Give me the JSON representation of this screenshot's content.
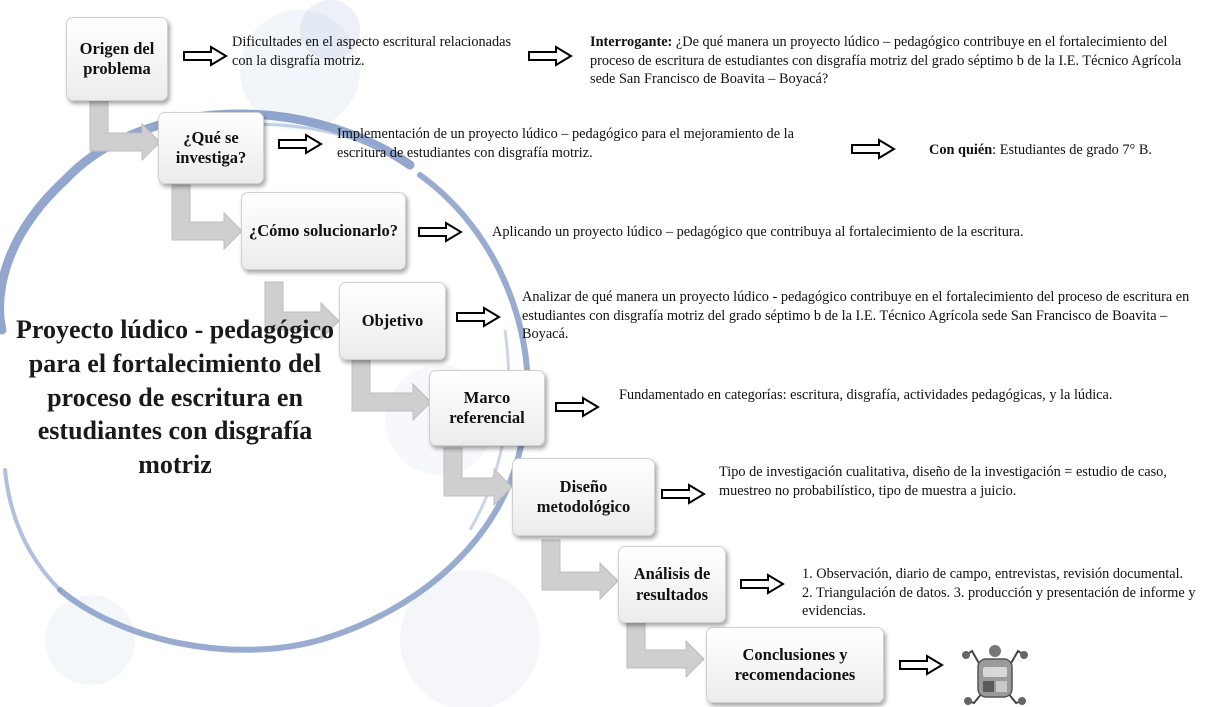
{
  "title": "Proyecto lúdico - pedagógico para el fortalecimiento del proceso de escritura en estudiantes con disgrafía motriz",
  "steps": [
    {
      "label": "Origen del problema",
      "text": "Dificultades en el aspecto escritural relacionadas con la disgrafía motriz."
    },
    {
      "label": "¿Qué se investiga?",
      "text": "Implementación de un proyecto lúdico – pedagógico para el mejoramiento de la escritura de estudiantes con disgrafía motriz."
    },
    {
      "label": "¿Cómo solucionarlo?",
      "text": "Aplicando un proyecto lúdico – pedagógico que contribuya al fortalecimiento de la escritura."
    },
    {
      "label": "Objetivo",
      "text": "Analizar de qué manera un proyecto lúdico - pedagógico contribuye en el fortalecimiento del proceso de escritura en estudiantes con disgrafía motriz del grado séptimo b de la I.E. Técnico Agrícola sede San Francisco de Boavita – Boyacá."
    },
    {
      "label": "Marco referencial",
      "text": "Fundamentado en categorías: escritura, disgrafía, actividades pedagógicas, y la lúdica."
    },
    {
      "label": "Diseño metodológico",
      "text": "Tipo de investigación cualitativa, diseño de la investigación = estudio de caso, muestreo no probabilístico, tipo de muestra a juicio."
    },
    {
      "label": "Análisis de resultados",
      "text": "1. Observación, diario de campo, entrevistas, revisión documental. 2. Triangulación de datos. 3. producción y presentación de informe y evidencias."
    },
    {
      "label": "Conclusiones y recomendaciones"
    }
  ],
  "interrogante": {
    "label": "Interrogante:",
    "text": "¿De qué manera un proyecto lúdico – pedagógico contribuye en el fortalecimiento del proceso de escritura de estudiantes con disgrafía motriz del grado séptimo b de la I.E. Técnico Agrícola sede San Francisco de Boavita – Boyacá?"
  },
  "con_quien": {
    "label": "Con quién",
    "text": ": Estudiantes de grado 7° B."
  },
  "colors": {
    "circle_blue": "#7f96c6",
    "connector_gray": "#cfcfcf",
    "box_border": "#d0d0d0",
    "arrow_stroke": "#000000"
  },
  "icons": [
    "robot-figure-icon"
  ]
}
